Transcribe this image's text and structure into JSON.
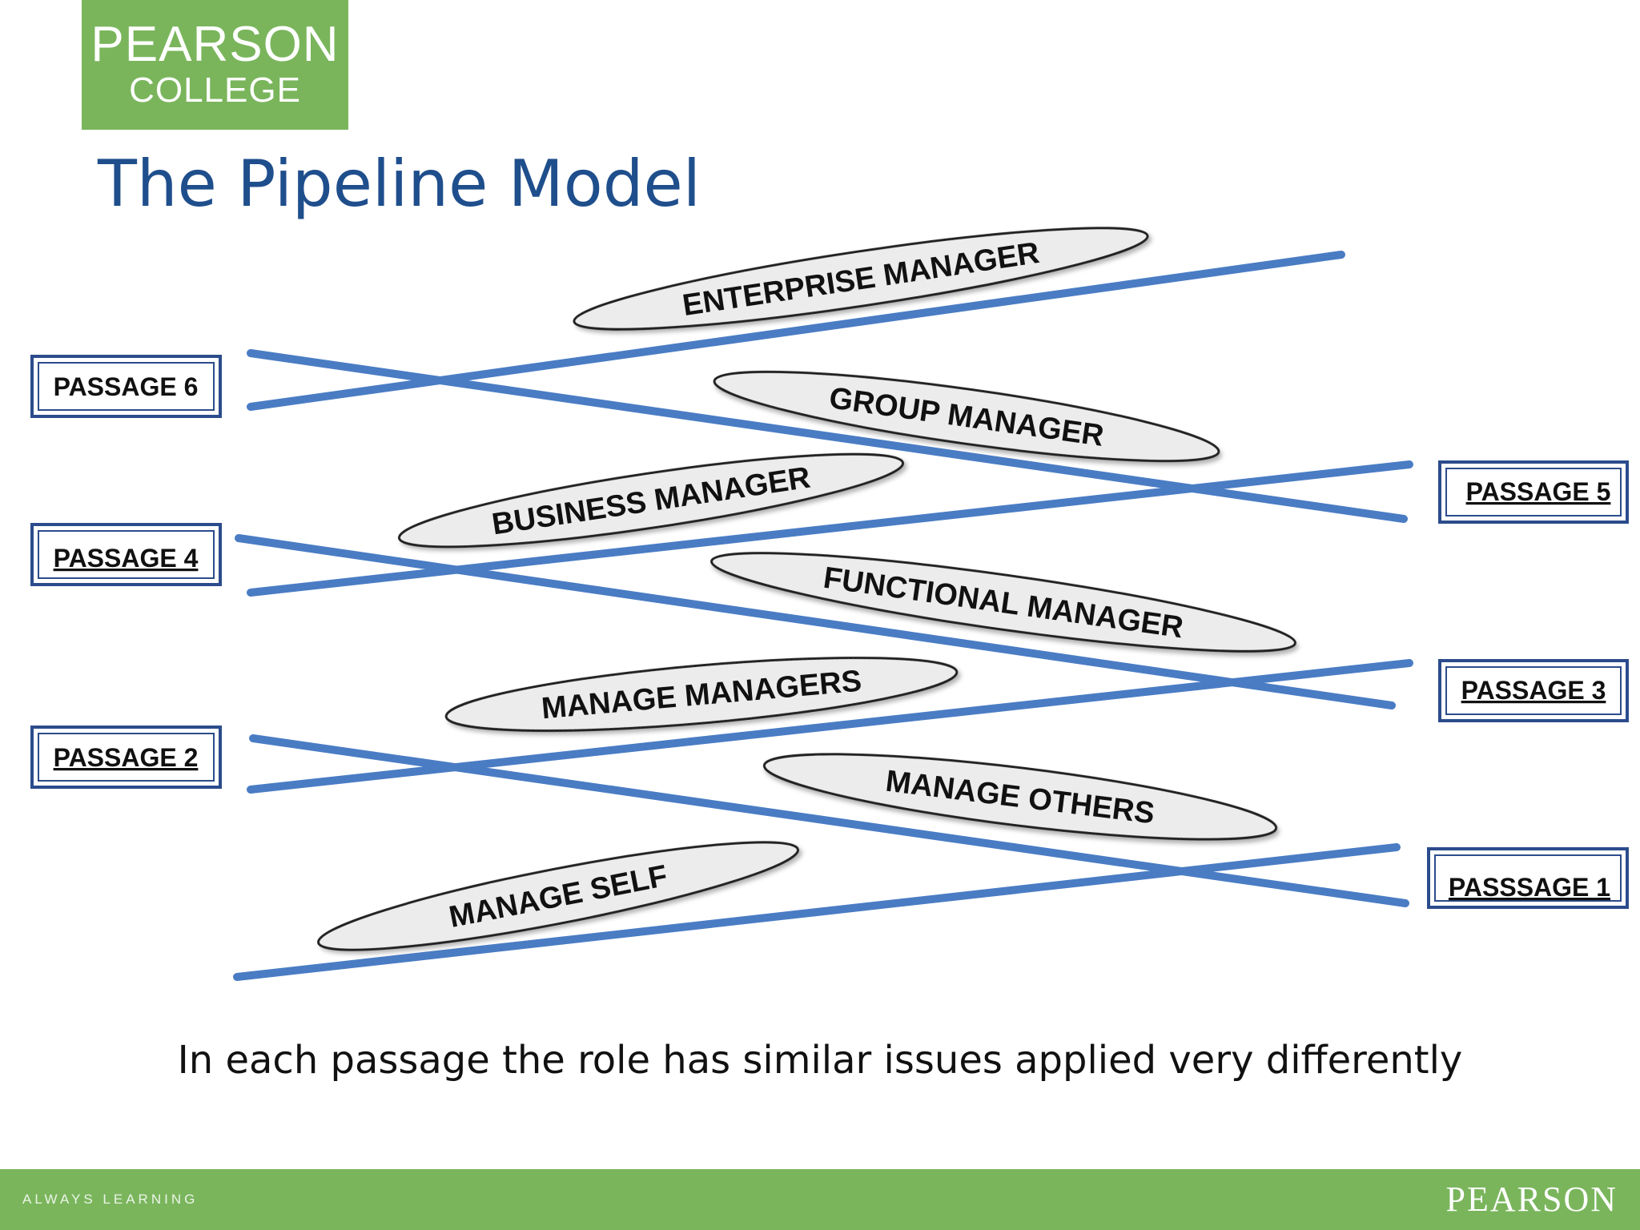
{
  "logo": {
    "line1": "PEARSON",
    "line2": "COLLEGE"
  },
  "title": "The Pipeline Model",
  "passages": [
    {
      "id": "p6",
      "label": "PASSAGE 6"
    },
    {
      "id": "p4",
      "label": "PASSAGE 4"
    },
    {
      "id": "p2",
      "label": "PASSAGE 2"
    },
    {
      "id": "p5",
      "label": "PASSAGE 5"
    },
    {
      "id": "p3",
      "label": "PASSAGE 3"
    },
    {
      "id": "p1",
      "label": "PASSSAGE 1"
    }
  ],
  "roles": [
    {
      "id": "enterprise-manager",
      "label": "ENTERPRISE MANAGER"
    },
    {
      "id": "group-manager",
      "label": "GROUP MANAGER"
    },
    {
      "id": "business-manager",
      "label": "BUSINESS MANAGER"
    },
    {
      "id": "functional-manager",
      "label": "FUNCTIONAL MANAGER"
    },
    {
      "id": "manage-managers",
      "label": "MANAGE MANAGERS"
    },
    {
      "id": "manage-others",
      "label": "MANAGE OTHERS"
    },
    {
      "id": "manage-self",
      "label": "MANAGE SELF"
    }
  ],
  "caption": "In each passage the role has similar issues applied very differently",
  "footer": {
    "tagline": "ALWAYS LEARNING",
    "brand": "PEARSON"
  },
  "colors": {
    "line": "#4a7cc4",
    "brand_green": "#7ab55c",
    "title": "#1f4e8c",
    "box_border": "#2b4c8c"
  }
}
